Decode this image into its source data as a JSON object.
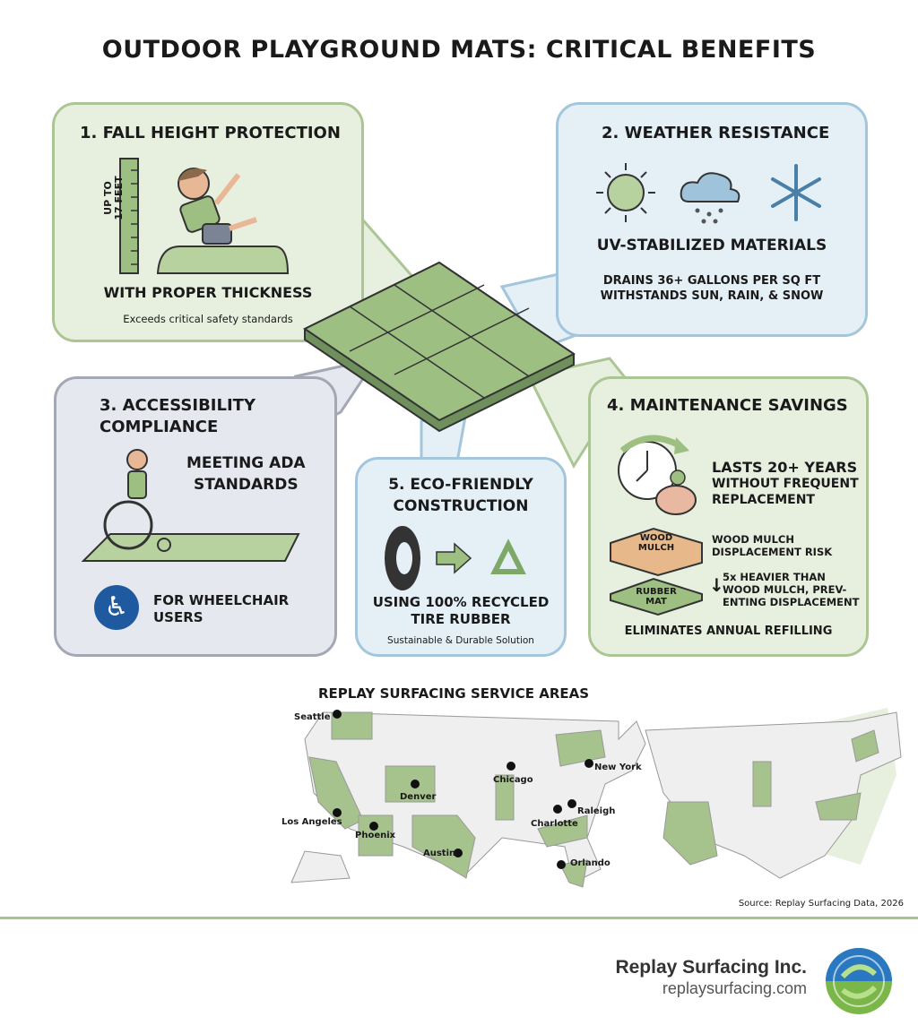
{
  "title": "OUTDOOR PLAYGROUND MATS: CRITICAL BENEFITS",
  "colors": {
    "green_panel": "#e7efdf",
    "blue_panel": "#e4eff6",
    "gray_panel": "#e5e8ee",
    "mat_green": "#9dbf82",
    "state_highlight": "#a6c38e"
  },
  "panels": {
    "fall": {
      "heading": "1. FALL HEIGHT PROTECTION",
      "ruler_line1": "UP TO",
      "ruler_line2": "17 FEET",
      "subheading": "WITH PROPER THICKNESS",
      "note": "Exceeds critical safety standards"
    },
    "weather": {
      "heading": "2. WEATHER RESISTANCE",
      "icons": [
        "sun-icon",
        "rain-cloud-icon",
        "snowflake-icon"
      ],
      "subheading": "UV-STABILIZED MATERIALS",
      "line1": "DRAINS 36+ GALLONS PER SQ FT",
      "line2": "WITHSTANDS SUN, RAIN, & SNOW"
    },
    "access": {
      "heading_line1": "3. ACCESSIBILITY",
      "heading_line2": "COMPLIANCE",
      "text_line1": "MEETING ADA",
      "text_line2": "STANDARDS",
      "badge_line1": "FOR WHEELCHAIR",
      "badge_line2": "USERS"
    },
    "maintenance": {
      "heading": "4. MAINTENANCE SAVINGS",
      "lasts_line1": "LASTS 20+ YEARS",
      "lasts_line2": "WITHOUT FREQUENT",
      "lasts_line3": "REPLACEMENT",
      "mulch_label_1": "WOOD",
      "mulch_label_2": "MULCH",
      "mat_label_1": "RUBBER",
      "mat_label_2": "MAT",
      "mulch_note_1": "WOOD MULCH",
      "mulch_note_2": "DISPLACEMENT RISK",
      "heavy_1": "5x HEAVIER THAN",
      "heavy_2": "WOOD MULCH, PREV-",
      "heavy_3": "ENTING DISPLACEMENT",
      "footer": "ELIMINATES ANNUAL REFILLING"
    },
    "eco": {
      "heading_line1": "5. ECO-FRIENDLY",
      "heading_line2": "CONSTRUCTION",
      "text_line1": "USING 100% RECYCLED",
      "text_line2": "TIRE RUBBER",
      "note": "Sustainable & Durable Solution"
    }
  },
  "map": {
    "title": "REPLAY SURFACING SERVICE AREAS",
    "cities": [
      "Seattle",
      "Chicago",
      "New York",
      "Denver",
      "Los Angeles",
      "Phoenix",
      "Charlotte",
      "Raleigh",
      "Austin",
      "Orlando"
    ],
    "source": "Source: Replay Surfacing Data, 2026"
  },
  "footer": {
    "company": "Replay Surfacing Inc.",
    "url": "replaysurfacing.com"
  }
}
